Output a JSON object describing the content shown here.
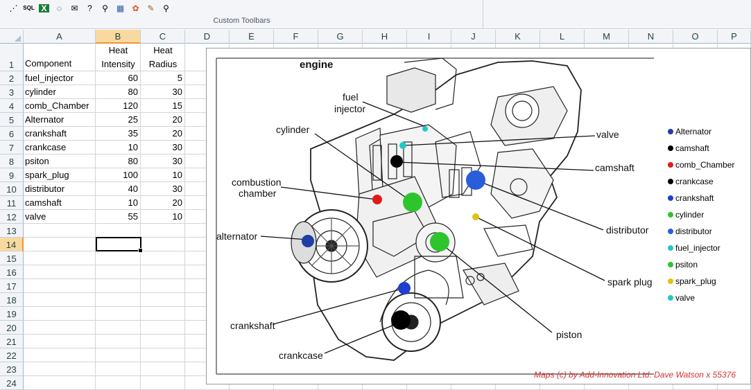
{
  "ribbon": {
    "group_label": "Custom Toolbars",
    "tools": [
      {
        "name": "draw-line-icon",
        "glyph": "⋰"
      },
      {
        "name": "sql-icon",
        "glyph": "SQL"
      },
      {
        "name": "excel-icon",
        "glyph": "X"
      },
      {
        "name": "chat-icon",
        "glyph": "◌"
      },
      {
        "name": "mailbox-icon",
        "glyph": "✉"
      },
      {
        "name": "help-query-icon",
        "glyph": "?"
      },
      {
        "name": "binoculars-icon",
        "glyph": "⚲"
      },
      {
        "name": "calendar-icon",
        "glyph": "▦"
      },
      {
        "name": "fox-icon",
        "glyph": "✿"
      },
      {
        "name": "pencil-icon",
        "glyph": "✎"
      },
      {
        "name": "magnifier-icon",
        "glyph": "⚲"
      }
    ]
  },
  "sheet": {
    "columns": [
      "A",
      "B",
      "C",
      "D",
      "E",
      "F",
      "G",
      "H",
      "I",
      "J",
      "K",
      "L",
      "M",
      "N",
      "O",
      "P"
    ],
    "rows": [
      "1",
      "2",
      "3",
      "4",
      "5",
      "6",
      "7",
      "8",
      "9",
      "10",
      "11",
      "12",
      "13",
      "14",
      "15",
      "16",
      "17",
      "18",
      "19",
      "20",
      "21",
      "22",
      "23",
      "24"
    ],
    "selected_column": "B",
    "selected_row": "14",
    "header": {
      "component": "Component",
      "heat_intensity_1": "Heat",
      "heat_intensity_2": "Intensity",
      "heat_radius_1": "Heat",
      "heat_radius_2": "Radius"
    },
    "data": [
      {
        "component": "fuel_injector",
        "intensity": "60",
        "radius": "5"
      },
      {
        "component": "cylinder",
        "intensity": "80",
        "radius": "30"
      },
      {
        "component": "comb_Chamber",
        "intensity": "120",
        "radius": "15"
      },
      {
        "component": "Alternator",
        "intensity": "25",
        "radius": "20"
      },
      {
        "component": "crankshaft",
        "intensity": "35",
        "radius": "20"
      },
      {
        "component": "crankcase",
        "intensity": "10",
        "radius": "30"
      },
      {
        "component": "psiton",
        "intensity": "80",
        "radius": "30"
      },
      {
        "component": "spark_plug",
        "intensity": "100",
        "radius": "10"
      },
      {
        "component": "distributor",
        "intensity": "40",
        "radius": "30"
      },
      {
        "component": "camshaft",
        "intensity": "10",
        "radius": "20"
      },
      {
        "component": "valve",
        "intensity": "55",
        "radius": "10"
      }
    ]
  },
  "picture": {
    "title": "engine",
    "labels": {
      "fuel1": "fuel",
      "fuel2": "injector",
      "cylinder": "cylinder",
      "valve": "valve",
      "camshaft": "camshaft",
      "comb1": "combustion",
      "comb2": "chamber",
      "distributor": "distributor",
      "alternator": "alternator",
      "spark_plug": "spark plug",
      "crankshaft": "crankshaft",
      "piston": "piston",
      "crankcase": "crankcase"
    },
    "legend": [
      {
        "label": "Alternator",
        "color": "#1f3fa6"
      },
      {
        "label": "camshaft",
        "color": "#000000"
      },
      {
        "label": "comb_Chamber",
        "color": "#e01b1b"
      },
      {
        "label": "crankcase",
        "color": "#000000"
      },
      {
        "label": "crankshaft",
        "color": "#1f3fd0"
      },
      {
        "label": "cylinder",
        "color": "#2ec42e"
      },
      {
        "label": "distributor",
        "color": "#2a5dd8"
      },
      {
        "label": "fuel_injector",
        "color": "#22c9c3"
      },
      {
        "label": "psiton",
        "color": "#2ec42e"
      },
      {
        "label": "spark_plug",
        "color": "#e0c20f"
      },
      {
        "label": "valve",
        "color": "#22c9c3"
      }
    ],
    "copyright": "Maps (c) by Add-Innovation Ltd.  Dave Watson x 55376"
  },
  "colors": {
    "heat_green": "#2ec42e",
    "heat_blue": "#1f3fd0",
    "heat_black": "#000000",
    "heat_red": "#e01b1b",
    "heat_cyan": "#22c9c3",
    "heat_yellow": "#e0c20f"
  }
}
